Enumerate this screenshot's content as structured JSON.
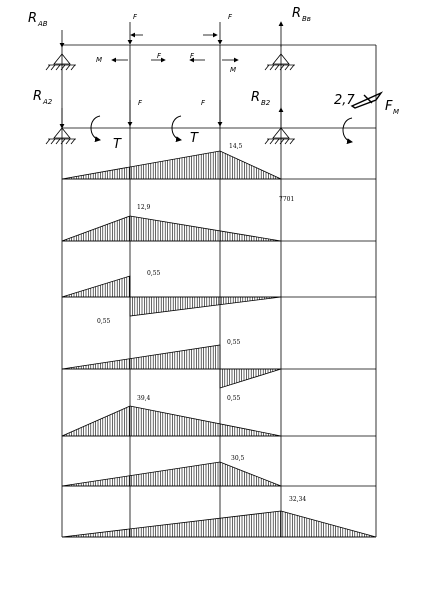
{
  "labels": {
    "r_ab": "R",
    "r_ab_sub": "AB",
    "r_bb": "R",
    "r_bb_sub": "Bв",
    "r_a2": "R",
    "r_a2_sub": "A2",
    "r_b2": "R",
    "r_b2_sub": "B2",
    "f_m": "F",
    "f_m_sub": "M",
    "f_top1": "F",
    "f_top2": "F",
    "f_mid1": "F",
    "f_mid2": "F",
    "f_low1": "F",
    "f_low2": "F",
    "m_left": "M",
    "m_right": "M",
    "t_left": "T",
    "t_right": "T",
    "coef": "2,7"
  },
  "values": {
    "p1": "14,5",
    "p2": "12,9",
    "p2b": "7701",
    "p3a": "0,55",
    "p3b": "0,55",
    "p4": "0,55",
    "p5a": "39,4",
    "p5b": "0,55",
    "p6": "30,5",
    "p7": "32,34"
  },
  "colors": {
    "ink": "#000000",
    "background": "#ffffff"
  }
}
